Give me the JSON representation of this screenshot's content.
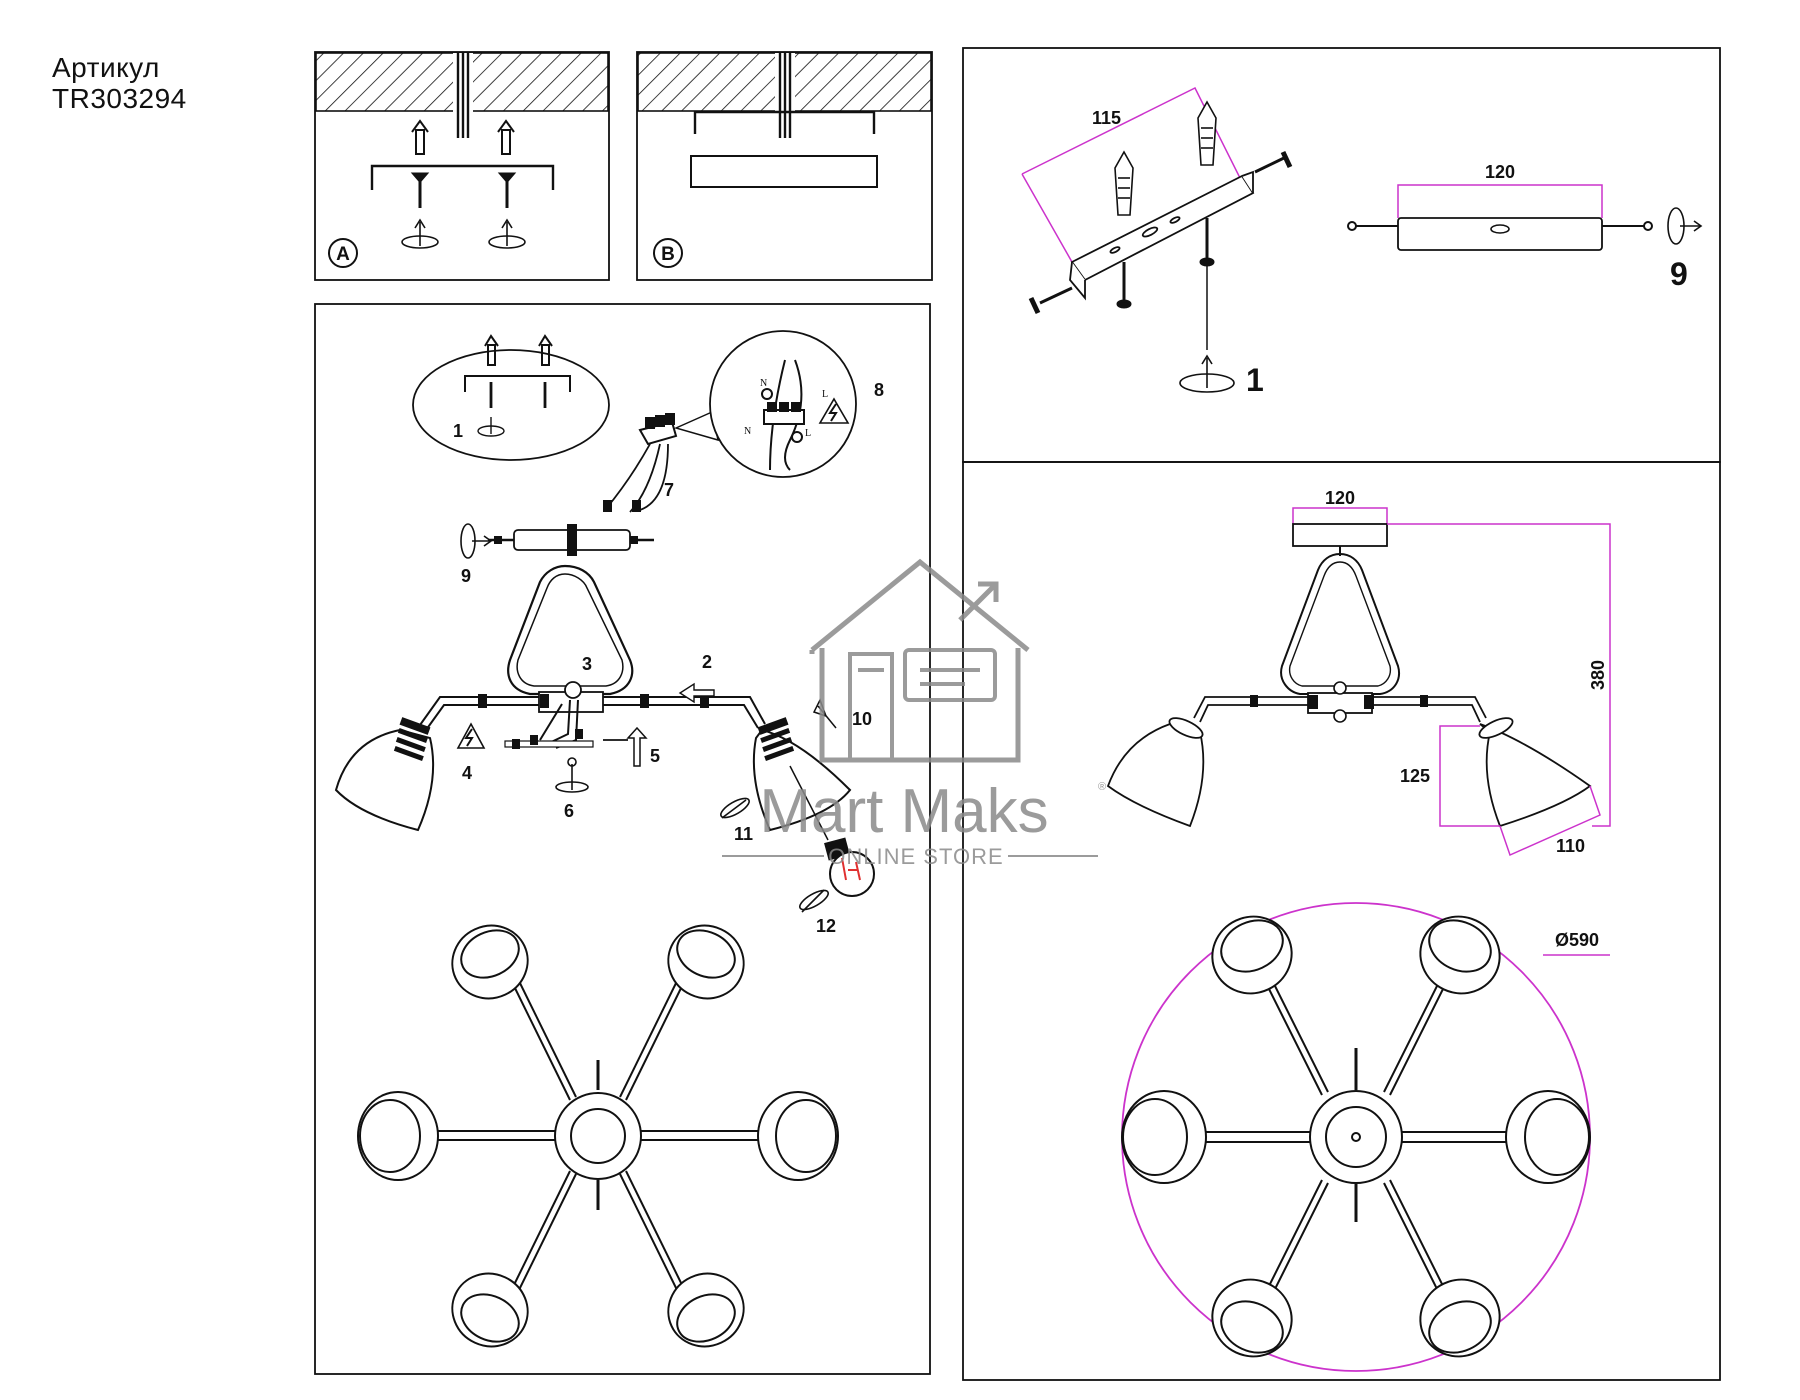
{
  "header": {
    "article_label": "Артикул",
    "article_number": "TR303294"
  },
  "panels": {
    "a": {
      "badge": "A"
    },
    "b": {
      "badge": "B"
    },
    "assembly": {
      "steps": [
        "1",
        "2",
        "3",
        "4",
        "5",
        "6",
        "7",
        "8",
        "9",
        "10",
        "11",
        "12"
      ],
      "wiring": {
        "neutral": "N",
        "live": "L"
      }
    },
    "bracket": {
      "dim_length": "115",
      "dim_plate": "120",
      "step_screw": "1",
      "step_side": "9"
    },
    "dimensions": {
      "canopy_width": "120",
      "height": "380",
      "shade_height": "125",
      "shade_width": "110",
      "diameter": "Ø590"
    }
  },
  "watermark": {
    "brand": "Mart Maks",
    "sub": "ONLINE STORE",
    "reg": "®"
  },
  "colors": {
    "line": "#111111",
    "dimension": "#cc33cc",
    "watermark": "#8a8a8a",
    "hazard": "#e03030"
  }
}
